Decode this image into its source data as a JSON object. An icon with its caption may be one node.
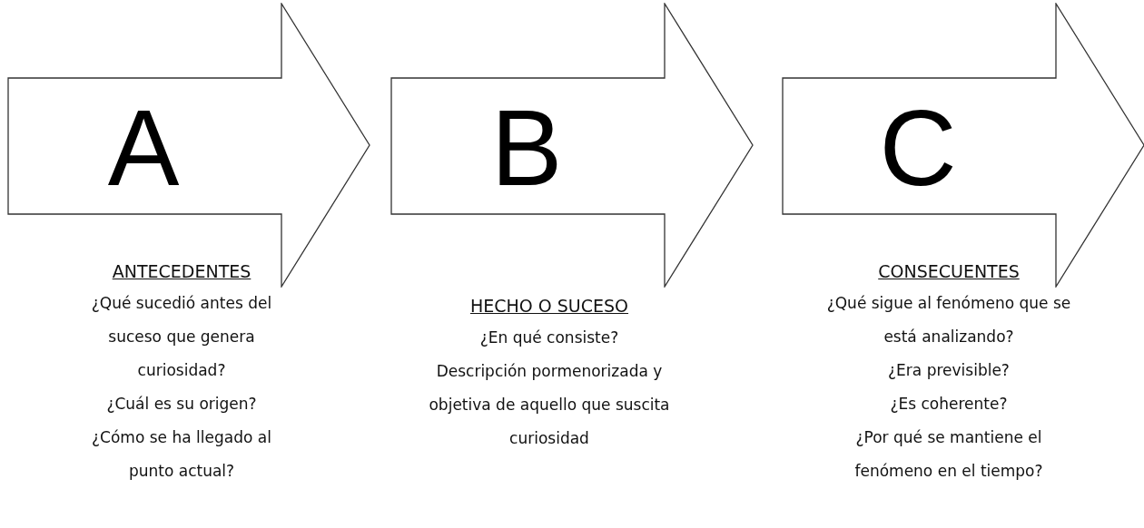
{
  "diagram": {
    "nodes": [
      {
        "text": [
          "A"
        ],
        "beside": [
          "ANTECEDENTES",
          "¿Qué sucedió antes del suceso que genera curiosidad?",
          "¿Cuál es su origen?",
          "¿Cómo se ha llegado al punto actual?"
        ]
      },
      {
        "text": [
          "B"
        ],
        "beside": [
          "HECHO O SUCESO",
          "¿En qué consiste?",
          "Descripción pormenorizada y objetiva de aquello que suscita curiosidad"
        ]
      },
      {
        "text": [
          "C"
        ],
        "beside": [
          "CONSECUENTES",
          "¿Qué sigue al fenómeno que se está analizando?",
          "¿Era previsible?",
          "¿Es coherente?",
          "¿Por qué se mantiene el fenómeno en el tiempo?"
        ]
      }
    ]
  }
}
